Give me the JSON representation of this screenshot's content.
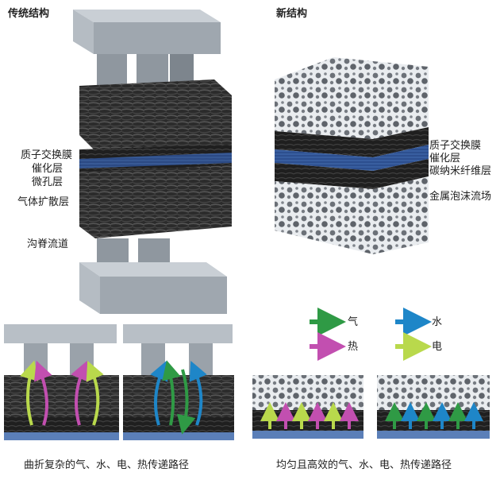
{
  "titles": {
    "traditional": "传统结构",
    "new": "新结构"
  },
  "traditional_labels": {
    "pem": "质子交换膜",
    "catalyst": "催化层",
    "microporous": "微孔层",
    "gdl": "气体扩散层",
    "channel": "沟脊流道"
  },
  "new_labels": {
    "pem": "质子交换膜",
    "catalyst": "催化层",
    "carbon": "碳纳米纤维层",
    "foam": "金属泡沫流场"
  },
  "legend": {
    "gas": "气",
    "water": "水",
    "heat": "热",
    "electric": "电",
    "colors": {
      "gas": "#2f9a45",
      "water": "#1e86c8",
      "heat": "#c24fb0",
      "electric": "#b9d94c"
    }
  },
  "captions": {
    "traditional": "曲折复杂的气、水、电、热传递路径",
    "new": "均匀且高效的气、水、电、热传递路径"
  }
}
